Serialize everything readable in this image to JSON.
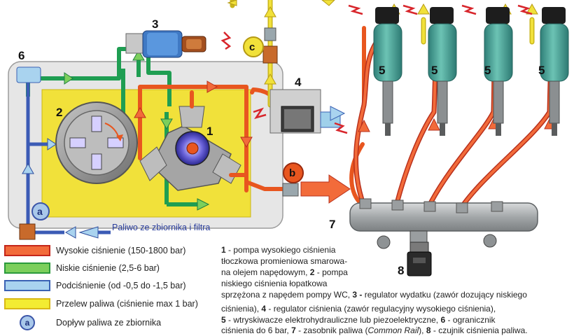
{
  "diagram": {
    "labels": {
      "n1": "1",
      "n2": "2",
      "n3": "3",
      "n4": "4",
      "n5": "5",
      "n6": "6",
      "n7": "7",
      "n8": "8",
      "a": "a",
      "b": "b",
      "c": "c"
    },
    "feed_label": "Paliwo ze zbiornika i filtra"
  },
  "legend": [
    {
      "id": "high",
      "text": "Wysokie ciśnienie (150-1800 bar)",
      "fill": "#f26b3a",
      "stroke": "#c4261a"
    },
    {
      "id": "low",
      "text": "Niskie ciśnienie (2,5-6 bar)",
      "fill": "#7ccf5c",
      "stroke": "#2a9a3c"
    },
    {
      "id": "vacuum",
      "text": "Podciśnienie (od -0,5 do -1,5 bar)",
      "fill": "#a9d3ef",
      "stroke": "#3a62b4"
    },
    {
      "id": "overflow",
      "text": "Przelew paliwa (ciśnienie max 1 bar)",
      "fill": "#f3ec32",
      "stroke": "#d9b816"
    },
    {
      "id": "supply",
      "badge": "a",
      "text": "Dopływ paliwa ze zbiornika"
    }
  ],
  "caption": {
    "l1": [
      {
        "b": "1"
      },
      {
        "t": " - pompa wysokiego ciśnienia"
      }
    ],
    "l2": [
      {
        "t": "tłoczkowa promieniowa smarowa-"
      }
    ],
    "l3": [
      {
        "t": "na olejem napędowym, "
      },
      {
        "b": "2"
      },
      {
        "t": " - pompa"
      }
    ],
    "l4": [
      {
        "t": "niskiego ciśnienia łopatkowa"
      }
    ],
    "l5": [
      {
        "t": "sprzężona z napędem pompy WC,  "
      },
      {
        "b": "3 -"
      },
      {
        "t": " regulator wydatku (zawór dozujący niskiego"
      }
    ],
    "l6": [
      {
        "t": "ciśnienia), "
      },
      {
        "b": "4"
      },
      {
        "t": " - regulator ciśnienia (zawór regulacyjny wysokiego ciśnienia),"
      }
    ],
    "l7": [
      {
        "b": "5"
      },
      {
        "t": " - wtryskiwacze elektrohydrauliczne lub piezoelektryczne, "
      },
      {
        "b": "6"
      },
      {
        "t": " - ogranicznik"
      }
    ],
    "l8": [
      {
        "t": "ciśnienia do 6 bar, "
      },
      {
        "b": "7"
      },
      {
        "t": " - zasobnik paliwa ("
      },
      {
        "i": "Common Rail"
      },
      {
        "t": "), "
      },
      {
        "b": "8"
      },
      {
        "t": " - czujnik ciśnienia paliwa."
      }
    ]
  },
  "colors": {
    "high": "#e8561f",
    "low": "#1f9e52",
    "vacuum": "#3b5bb5",
    "overflow": "#f1e13a",
    "housing": "#e6e6e6",
    "injector": "#4ea397",
    "rail": "#b9bcbd",
    "spark": "#d8262c"
  }
}
